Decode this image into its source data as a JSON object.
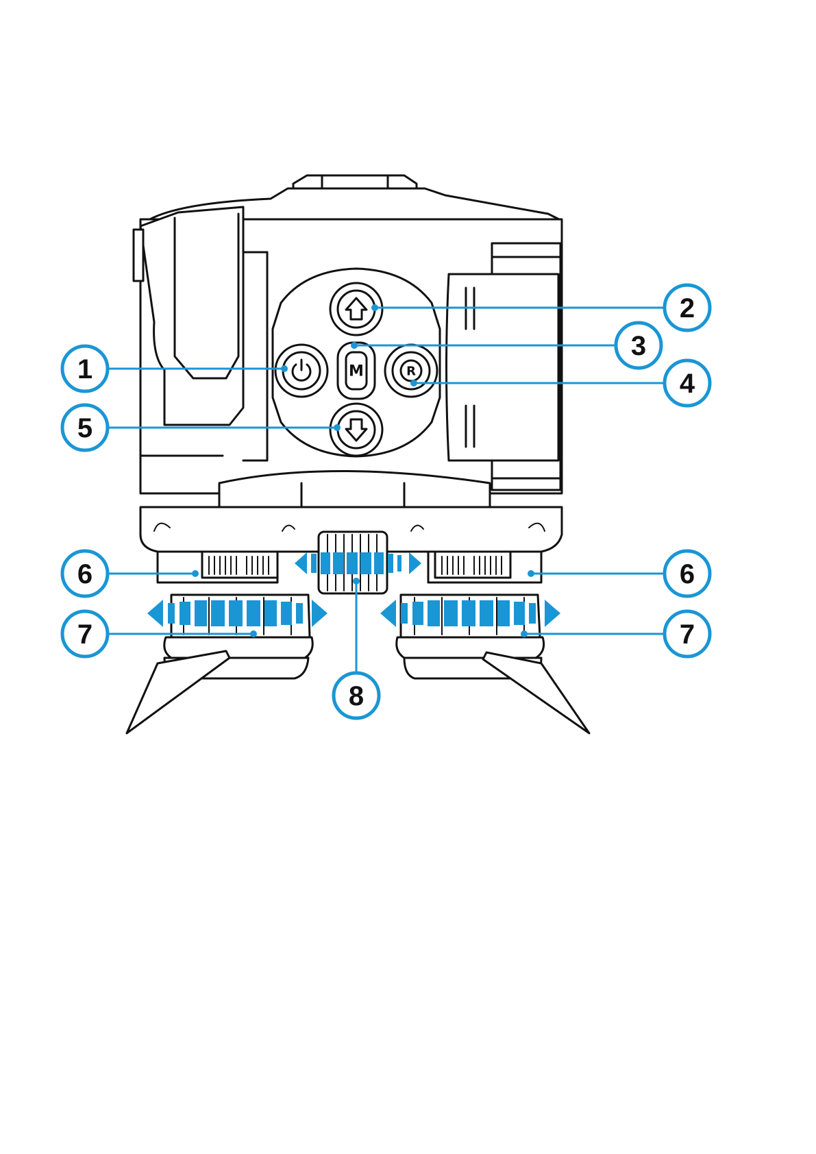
{
  "callouts": [
    {
      "label": "1",
      "part": "power-button"
    },
    {
      "label": "2",
      "part": "up-button"
    },
    {
      "label": "3",
      "part": "menu-button"
    },
    {
      "label": "4",
      "part": "record-button"
    },
    {
      "label": "5",
      "part": "down-button"
    },
    {
      "label": "6",
      "part": "left-diopter-ring"
    },
    {
      "label": "6",
      "part": "right-diopter-ring"
    },
    {
      "label": "7",
      "part": "left-eyepiece-ring"
    },
    {
      "label": "7",
      "part": "right-eyepiece-ring"
    },
    {
      "label": "8",
      "part": "focus-wheel"
    }
  ],
  "buttons": {
    "menu_letter": "M",
    "record_letter": "R"
  },
  "colors": {
    "accent": "#1a96d4",
    "outline": "#111111",
    "background": "#ffffff"
  }
}
